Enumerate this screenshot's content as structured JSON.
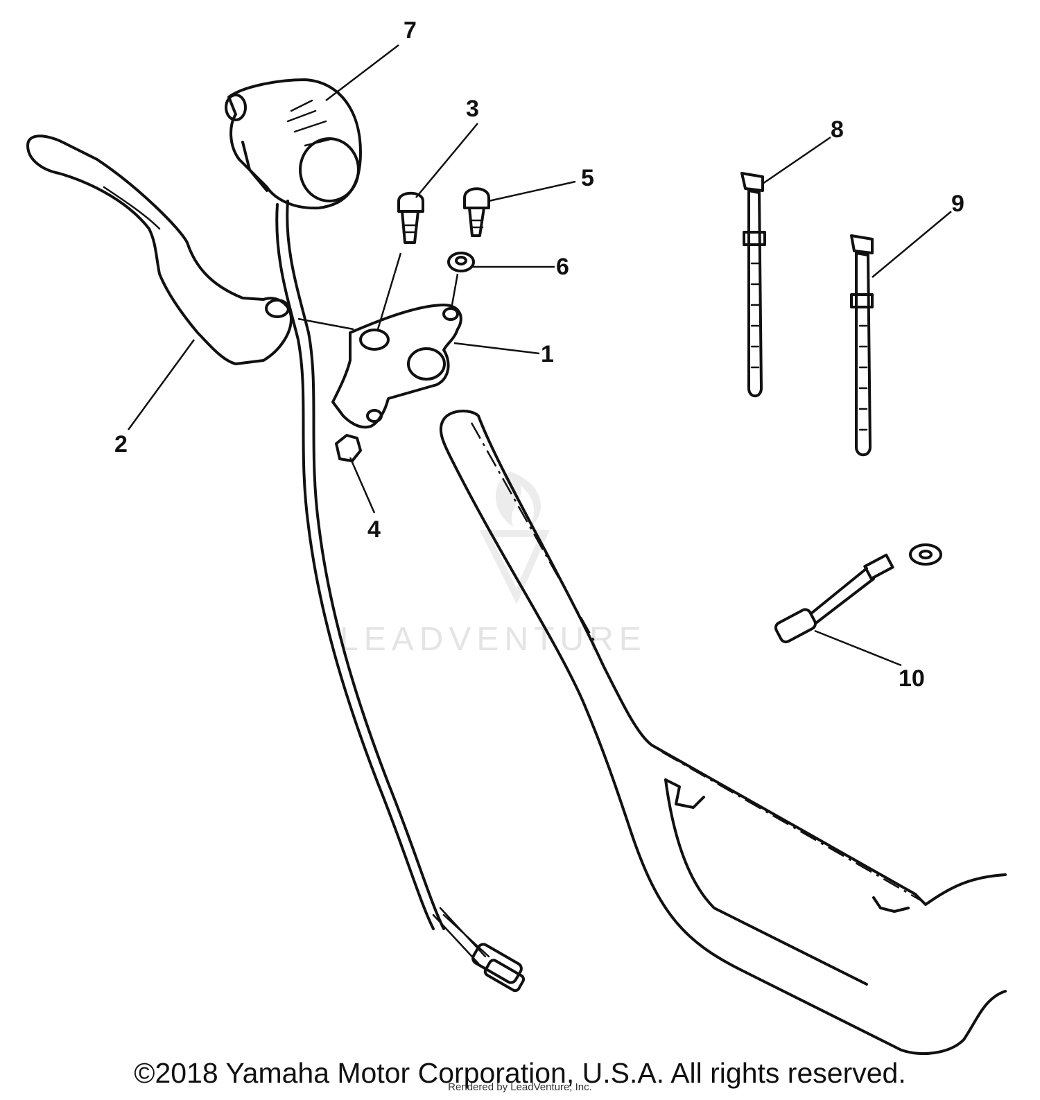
{
  "callouts": {
    "c1": "1",
    "c2": "2",
    "c3": "3",
    "c4": "4",
    "c5": "5",
    "c6": "6",
    "c7": "7",
    "c8": "8",
    "c9": "9",
    "c10": "10"
  },
  "watermark": {
    "text": "LEADVENTURE"
  },
  "footer": {
    "copyright": "©2018 Yamaha Motor Corporation, U.S.A. All rights reserved.",
    "rendered_by": "Rendered by LeadVenture, Inc."
  },
  "colors": {
    "ink": "#111111",
    "watermark": "#e4e4e4",
    "background": "#ffffff"
  }
}
